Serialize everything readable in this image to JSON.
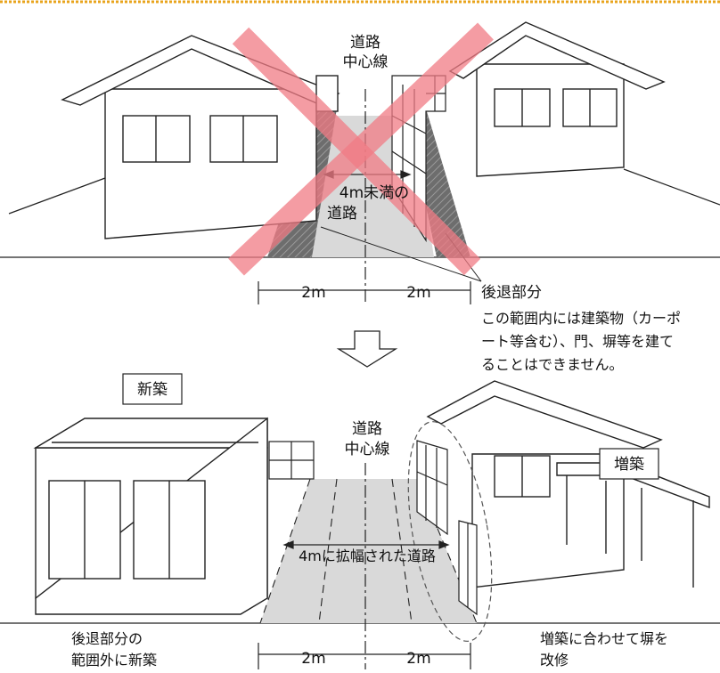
{
  "top_panel": {
    "center_line_label": [
      "道路",
      "中心線"
    ],
    "narrow_road_label": [
      "4m未満の",
      "道路"
    ],
    "dim_left": "2m",
    "dim_right": "2m",
    "setback_title": "後退部分",
    "setback_note": [
      "この範囲内には建築物（カーポ",
      "ート等含む）、門、塀等を建て",
      "ることはできません。"
    ]
  },
  "bottom_panel": {
    "new_build_tag": "新築",
    "extension_tag": "増築",
    "center_line_label": [
      "道路",
      "中心線"
    ],
    "widened_road_label": "4mに拡幅された道路",
    "dim_left": "2m",
    "dim_right": "2m",
    "caption_left": [
      "後退部分の",
      "範囲外に新築"
    ],
    "caption_right": [
      "増築に合わせて塀を",
      "改修"
    ]
  },
  "colors": {
    "frame_border": "#e8a41c",
    "road_fill": "#d9d9d9",
    "setback_fill": "#6d6d6d",
    "cross": "#f07b84",
    "line": "#222222"
  }
}
